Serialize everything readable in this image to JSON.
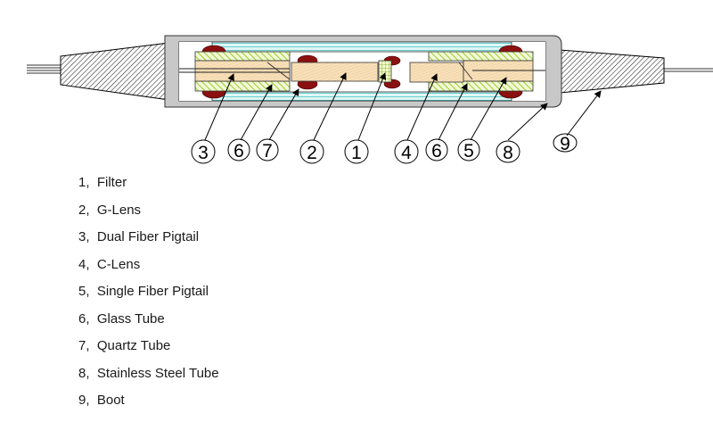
{
  "diagram": {
    "callouts": [
      "3",
      "6",
      "7",
      "2",
      "1",
      "4",
      "6",
      "5",
      "8",
      "9"
    ]
  },
  "legend": [
    {
      "number": "1",
      "label": "Filter"
    },
    {
      "number": "2",
      "label": "G-Lens"
    },
    {
      "number": "3",
      "label": "Dual Fiber Pigtail"
    },
    {
      "number": "4",
      "label": "C-Lens"
    },
    {
      "number": "5",
      "label": "Single Fiber Pigtail"
    },
    {
      "number": "6",
      "label": "Glass Tube"
    },
    {
      "number": "7",
      "label": "Quartz Tube"
    },
    {
      "number": "8",
      "label": "Stainless Steel Tube"
    },
    {
      "number": "9",
      "label": "Boot"
    }
  ],
  "colors": {
    "housing": "#c8c8c8",
    "seal_ring": "#8b1010",
    "quartz_tube_hatch": "#40c0c0",
    "glass_tube_hatch": "#9ccc2a",
    "lens_fill": "#f7e0bb",
    "lens_hatch": "#e8b56b",
    "boot_hatch": "#222222"
  }
}
